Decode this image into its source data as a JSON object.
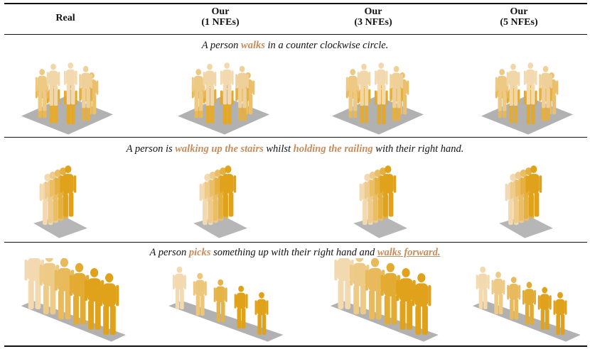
{
  "headers": [
    {
      "line1": "Real",
      "line2": ""
    },
    {
      "line1": "Our",
      "line2": "(1 NFEs)"
    },
    {
      "line1": "Our",
      "line2": "(3 NFEs)"
    },
    {
      "line1": "Our",
      "line2": "(5 NFEs)"
    }
  ],
  "rows": [
    {
      "parts": [
        {
          "text": "A person "
        },
        {
          "text": "walks",
          "hl": true
        },
        {
          "text": " in a counter clockwise circle."
        }
      ]
    },
    {
      "parts": [
        {
          "text": "A person is "
        },
        {
          "text": "walking up the stairs",
          "hl": true
        },
        {
          "text": " whilst "
        },
        {
          "text": "holding the railing",
          "hl": true
        },
        {
          "text": " with their right hand."
        }
      ]
    },
    {
      "parts": [
        {
          "text": "A person "
        },
        {
          "text": "picks",
          "hl": true
        },
        {
          "text": " something up with their right hand and "
        },
        {
          "text": "walks forward.",
          "hl": true,
          "underline": true
        }
      ]
    }
  ],
  "colors": {
    "highlight": "#c98b5b",
    "figure_gold": "#e0a21a",
    "figure_pale": "#f2d9b0",
    "floor": "#a9a9a9"
  }
}
